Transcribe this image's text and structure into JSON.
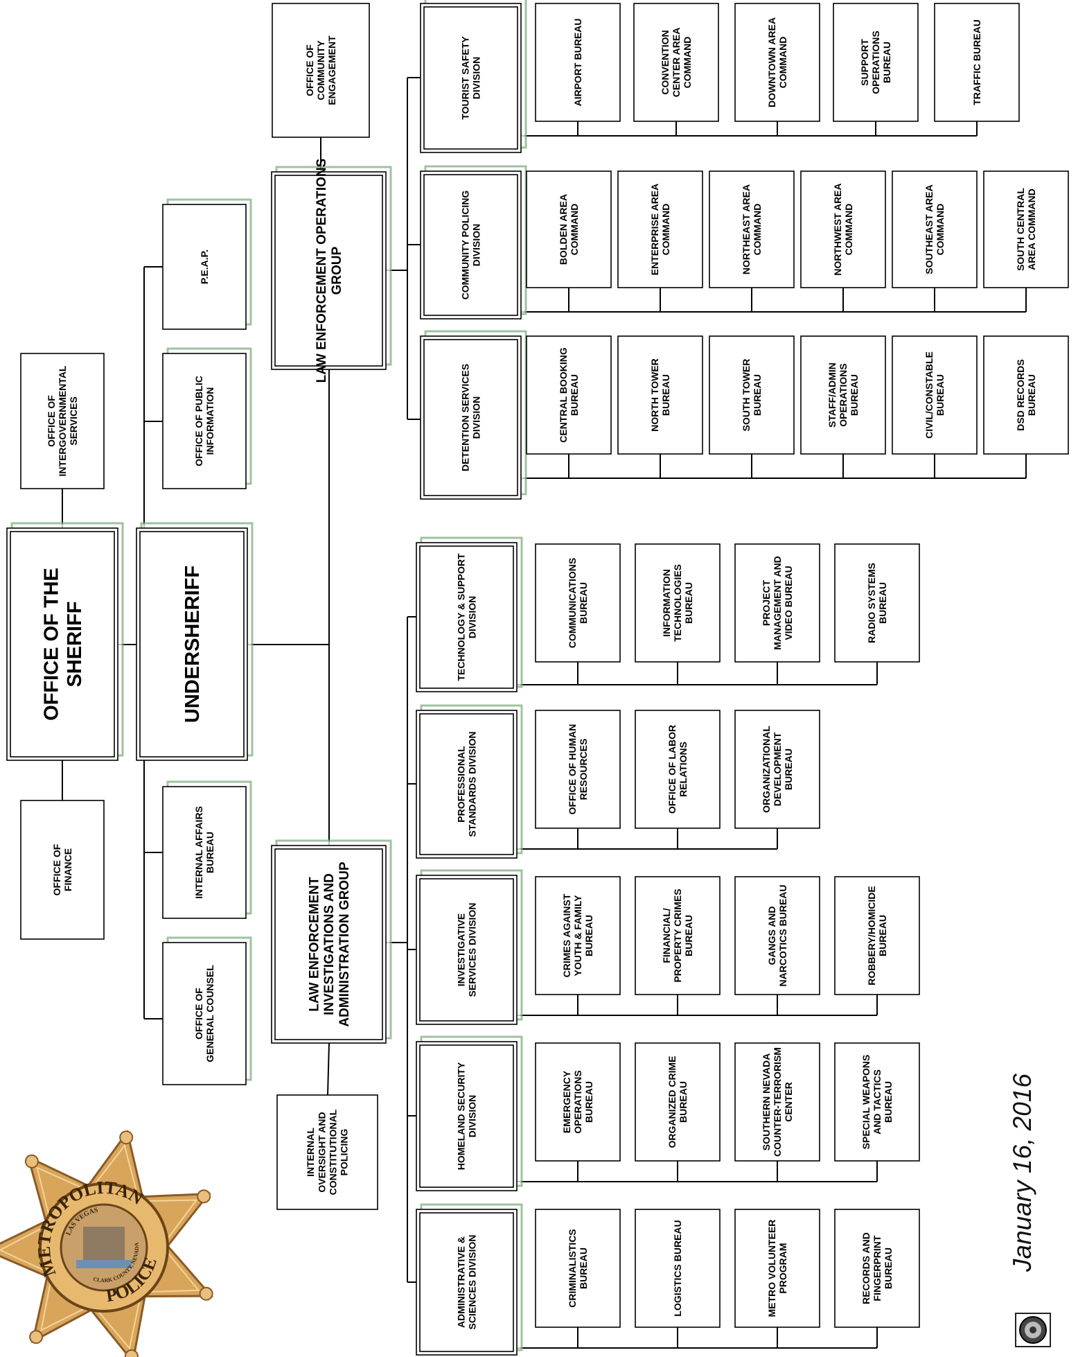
{
  "badge": {
    "top_text": "METROPOLITAN",
    "bottom_text": "POLICE",
    "ring_top": "LAS VEGAS",
    "ring_bottom": "CLARK COUNTY, NEVADA"
  },
  "date": "January 16, 2016",
  "colors": {
    "shadow": "#7fb07f",
    "line": "#000000",
    "badge_gold": "#d9a55b"
  },
  "boxes": {
    "sheriff": "OFFICE OF THE SHERIFF",
    "undersheriff": "UNDERSHERIFF",
    "intergov": "OFFICE OF INTERGOVERNMENTAL SERVICES",
    "finance": "OFFICE OF FINANCE",
    "peap": "P.E.A.P.",
    "public_info": "OFFICE OF PUBLIC INFORMATION",
    "internal_affairs": "INTERNAL AFFAIRS BUREAU",
    "general_counsel": "OFFICE OF GENERAL COUNSEL",
    "community_engagement": "OFFICE OF COMMUNITY ENGAGEMENT",
    "leog": "LAW ENFORCEMENT OPERATIONS GROUP",
    "leiag": "LAW ENFORCEMENT INVESTIGATIONS AND ADMINISTRATION GROUP",
    "ioc": "INTERNAL OVERSIGHT AND CONSTITUTIONAL POLICING",
    "tourist": "TOURIST SAFETY DIVISION",
    "community_policing": "COMMUNITY POLICING DIVISION",
    "detention": "DETENTION SERVICES DIVISION",
    "technology": "TECHNOLOGY & SUPPORT DIVISION",
    "professional": "PROFESSIONAL STANDARDS DIVISION",
    "investigative": "INVESTIGATIVE SERVICES DIVISION",
    "homeland": "HOMELAND SECURITY DIVISION",
    "admin_sciences": "ADMINISTRATIVE & SCIENCES DIVISION",
    "airport": "AIRPORT BUREAU",
    "convention": "CONVENTION CENTER AREA COMMAND",
    "downtown": "DOWNTOWN AREA COMMAND",
    "support_ops": "SUPPORT OPERATIONS BUREAU",
    "traffic": "TRAFFIC BUREAU",
    "bolden": "BOLDEN AREA COMMAND",
    "enterprise": "ENTERPRISE AREA COMMAND",
    "northeast": "NORTHEAST AREA COMMAND",
    "northwest": "NORTHWEST AREA COMMAND",
    "southeast": "SOUTHEAST AREA COMMAND",
    "southcentral": "SOUTH CENTRAL AREA COMMAND",
    "central_booking": "CENTRAL BOOKING BUREAU",
    "north_tower": "NORTH TOWER BUREAU",
    "south_tower": "SOUTH TOWER BUREAU",
    "staff_admin": "STAFF/ADMIN OPERATIONS BUREAU",
    "civil_constable": "CIVIL/CONSTABLE BUREAU",
    "dsd_records": "DSD RECORDS BUREAU",
    "communications": "COMMUNICATIONS BUREAU",
    "info_tech": "INFORMATION TECHNOLOGIES BUREAU",
    "project_mgmt": "PROJECT MANAGEMENT AND VIDEO BUREAU",
    "radio": "RADIO SYSTEMS BUREAU",
    "human_resources": "OFFICE OF HUMAN RESOURCES",
    "labor_relations": "OFFICE OF LABOR RELATIONS",
    "org_dev": "ORGANIZATIONAL DEVELOPMENT BUREAU",
    "crimes_youth": "CRIMES AGAINST YOUTH & FAMILY BUREAU",
    "financial_property": "FINANCIAL/ PROPERTY CRIMES BUREAU",
    "gangs": "GANGS AND NARCOTICS BUREAU",
    "robbery": "ROBBERY/HOMICIDE BUREAU",
    "emergency": "EMERGENCY OPERATIONS BUREAU",
    "organized_crime": "ORGANIZED CRIME BUREAU",
    "sncc": "SOUTHERN NEVADA COUNTER-TERRORISM CENTER",
    "swat": "SPECIAL WEAPONS AND TACTICS BUREAU",
    "criminalistics": "CRIMINALISTICS BUREAU",
    "logistics": "LOGISTICS BUREAU",
    "volunteer": "METRO VOLUNTEER PROGRAM",
    "records": "RECORDS AND FINGERPRINT BUREAU"
  }
}
